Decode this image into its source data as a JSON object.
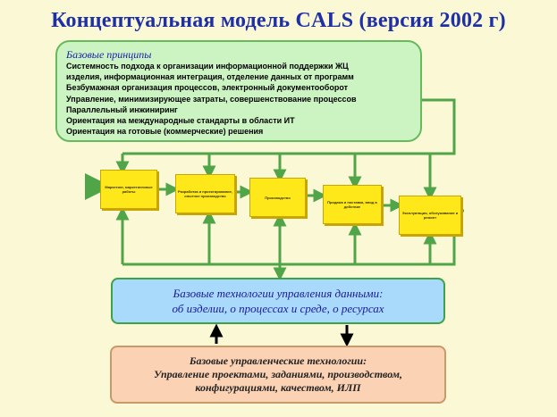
{
  "title": "Концептуальная модель CALS (версия 2002 г)",
  "principles": {
    "heading": "Базовые принципы",
    "items": [
      "Системность подхода  к организации информационной поддержки ЖЦ",
      "изделия, информационная интеграция, отделение данных от  программ",
      "Безбумажная организация процессов, электронный документооборот",
      "Управление, минимизирующее затраты, совершенствование процессов",
      "Параллельный инжиниринг",
      "Ориентация на международные стандарты в области ИТ",
      "Ориентация на готовые (коммерческие)  решения"
    ]
  },
  "stages": [
    "Маркетинг, маркетинговые работы",
    "Разработка и проектирование, опытное производство",
    "Производство",
    "Продажа и поставка, ввод в действие",
    "Эксплуатация, обслуживание и ремонт"
  ],
  "data_technologies": {
    "line1": "Базовые технологии управления данными:",
    "line2": "об изделии, о  процессах и среде, о ресурсах"
  },
  "management_technologies": {
    "line1": "Базовые управленческие технологии:",
    "line2": "Управление проектами, заданиями, производством,",
    "line3": "конфигурациями, качеством, ИЛП"
  },
  "colors": {
    "title": "#1f2fa6",
    "principles_fill": "#ccf4c2",
    "stage_fill": "#ffe81a",
    "connector": "#4fa548",
    "input_arrow": "#f07a1c",
    "data_fill": "#a9d9fb",
    "mgmt_fill": "#fcd2b4"
  }
}
